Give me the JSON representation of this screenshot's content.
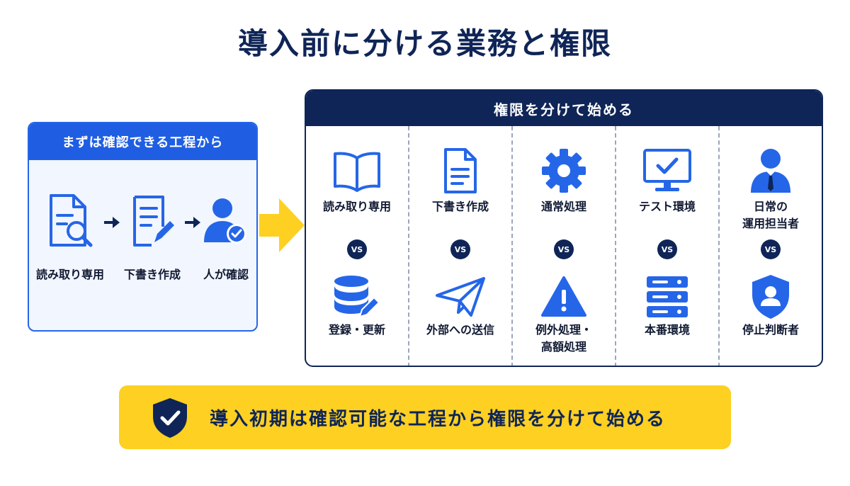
{
  "title": "導入前に分ける業務と権限",
  "left_panel": {
    "header": "まずは確認できる工程から",
    "steps": [
      {
        "label": "読み取り専用",
        "icon": "document-search-icon"
      },
      {
        "label": "下書き作成",
        "icon": "document-edit-icon"
      },
      {
        "label": "人が確認",
        "icon": "user-check-icon"
      }
    ]
  },
  "right_panel": {
    "header": "権限を分けて始める",
    "vs_label": "VS",
    "columns": [
      {
        "top_label": "読み取り専用",
        "top_icon": "open-book-icon",
        "bottom_label": "登録・更新",
        "bottom_icon": "database-edit-icon"
      },
      {
        "top_label": "下書き作成",
        "top_icon": "document-icon",
        "bottom_label": "外部への送信",
        "bottom_icon": "paper-plane-icon"
      },
      {
        "top_label": "通常処理",
        "top_icon": "gear-icon",
        "bottom_label": "例外処理・\n高額処理",
        "bottom_icon": "warning-icon"
      },
      {
        "top_label": "テスト環境",
        "top_icon": "monitor-check-icon",
        "bottom_label": "本番環境",
        "bottom_icon": "server-icon"
      },
      {
        "top_label": "日常の\n運用担当者",
        "top_icon": "user-tie-icon",
        "bottom_label": "停止判断者",
        "bottom_icon": "shield-user-icon"
      }
    ]
  },
  "banner": {
    "text": "導入初期は確認可能な工程から権限を分けて始める",
    "icon": "shield-check-icon"
  },
  "colors": {
    "navy": "#0f2557",
    "blue": "#1f5ee3",
    "icon_blue": "#2566e8",
    "yellow": "#fdd022",
    "panel_bg": "#f2f6fe"
  }
}
